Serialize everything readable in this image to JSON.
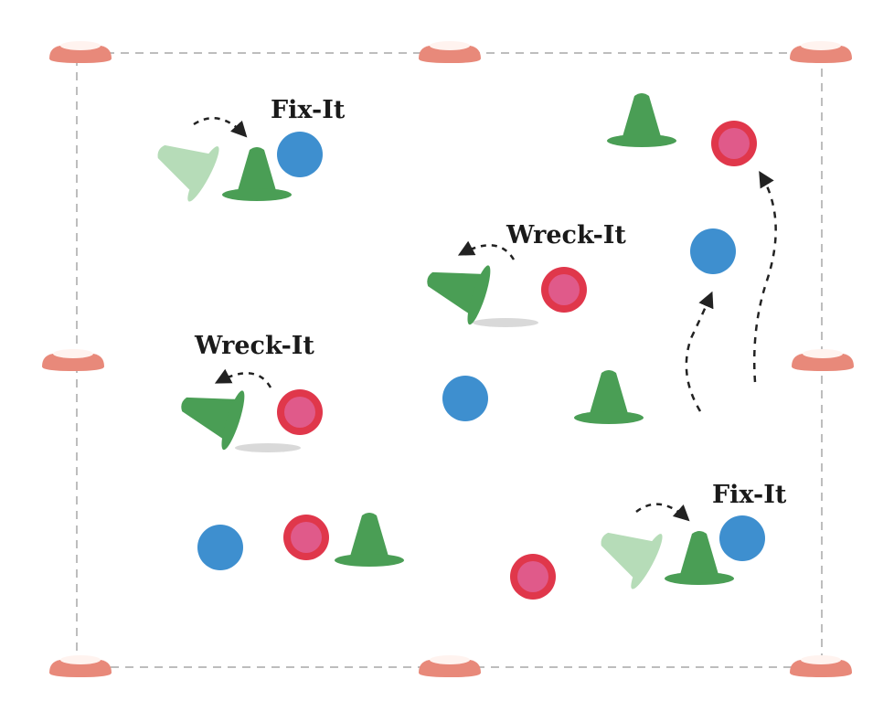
{
  "labels": {
    "fix_it_top": "Fix-It",
    "wreck_it_center": "Wreck-It",
    "wreck_it_left": "Wreck-It",
    "fix_it_bottom": "Fix-It"
  },
  "colors": {
    "boundary_cone": "#e8897a",
    "boundary_cone_hole": "#fff3ef",
    "cone": "#4a9e55",
    "cone_light": "#b6dcb8",
    "blue_player": "#3e8fcf",
    "red_player_ring": "#e0374b",
    "red_player_fill": "#e05a8a",
    "boundary_line": "#bdbdbd",
    "arrow": "#222222",
    "shadow": "#d9d9d9"
  },
  "icons": {
    "boundary_cone": "flat-marker-cone",
    "cone": "traffic-cone",
    "blue_player": "blue-disc",
    "red_player": "red-disc",
    "arrow": "dashed-arrow"
  }
}
